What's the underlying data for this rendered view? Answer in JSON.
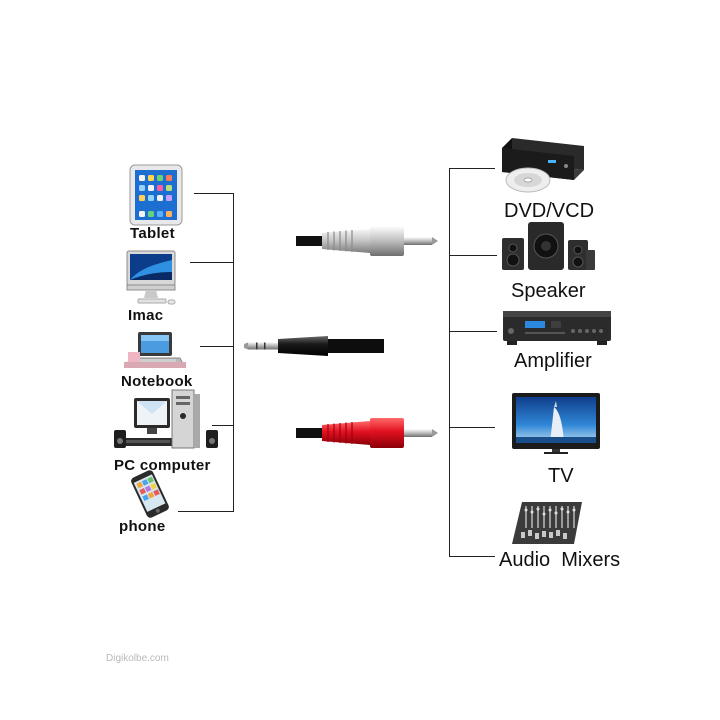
{
  "sources": [
    {
      "id": "tablet",
      "label": "Tablet",
      "icon": "tablet-icon"
    },
    {
      "id": "imac",
      "label": "Imac",
      "icon": "imac-icon"
    },
    {
      "id": "notebook",
      "label": "Notebook",
      "icon": "notebook-icon"
    },
    {
      "id": "pc",
      "label": "PC computer",
      "icon": "pc-computer-icon"
    },
    {
      "id": "phone",
      "label": "phone",
      "icon": "phone-icon"
    }
  ],
  "destinations": [
    {
      "id": "dvd",
      "label": "DVD/VCD",
      "icon": "dvd-player-icon"
    },
    {
      "id": "speaker",
      "label": "Speaker",
      "icon": "speaker-icon"
    },
    {
      "id": "amplifier",
      "label": "Amplifier",
      "icon": "amplifier-icon"
    },
    {
      "id": "tv",
      "label": "TV",
      "icon": "tv-icon"
    },
    {
      "id": "mixer",
      "label": "Audio  Mixers",
      "icon": "audio-mixer-icon"
    }
  ],
  "connectors": [
    {
      "id": "rca-white",
      "icon": "rca-white-plug-icon",
      "color": "#d9d9d9"
    },
    {
      "id": "aux-35mm",
      "icon": "aux-3-5mm-plug-icon",
      "color": "#1a1a1a"
    },
    {
      "id": "rca-red",
      "icon": "rca-red-plug-icon",
      "color": "#e01020"
    }
  ],
  "watermark": "Digikolbe.com"
}
